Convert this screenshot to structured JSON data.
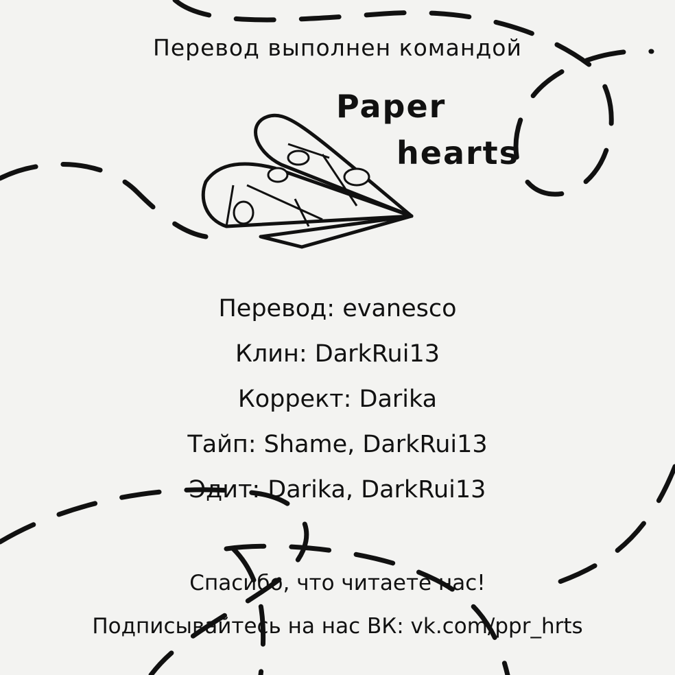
{
  "header": {
    "title": "Перевод выполнен командой"
  },
  "logo": {
    "line1": "Paper",
    "line2": "hearts"
  },
  "credits": [
    "Перевод: evanesco",
    "Клин: DarkRui13",
    "Коррект: Darika",
    "Тайп: Shame, DarkRui13",
    "Эдит: Darika, DarkRui13"
  ],
  "footer": {
    "thanks": "Спасибо, что читаете нас!",
    "subscribe": "Подписывайтесь на нас ВК: vk.com/ppr_hrts"
  }
}
